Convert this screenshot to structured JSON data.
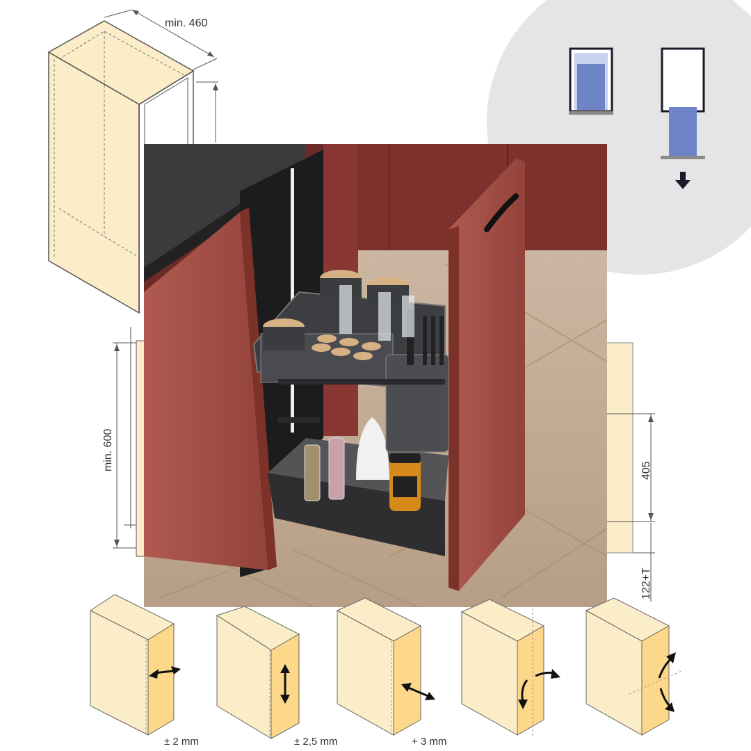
{
  "colors": {
    "panel": "#fbedc8",
    "panel_front": "#fde5a6",
    "line": "#666666",
    "door": "#a64a43",
    "door_dark": "#7c3129",
    "circle": "#e5e5e5",
    "blue": "#6e84c6",
    "frame": "#1a1a2a"
  },
  "dimensions": {
    "depth": "min. 460",
    "height": "min. 600",
    "basket_height": "405",
    "plinth": "122+T"
  },
  "adjustments": [
    {
      "label": "± 2 mm",
      "icon": "horizontal-adjust-icon"
    },
    {
      "label": "± 2,5 mm",
      "icon": "vertical-adjust-icon"
    },
    {
      "label": "+ 3 mm",
      "icon": "depth-adjust-icon"
    },
    {
      "label": "",
      "icon": "swing-adjust-icon"
    },
    {
      "label": "",
      "icon": "tilt-adjust-icon"
    }
  ],
  "photo": {
    "label": "pull-out basket in kitchen cabinet"
  }
}
